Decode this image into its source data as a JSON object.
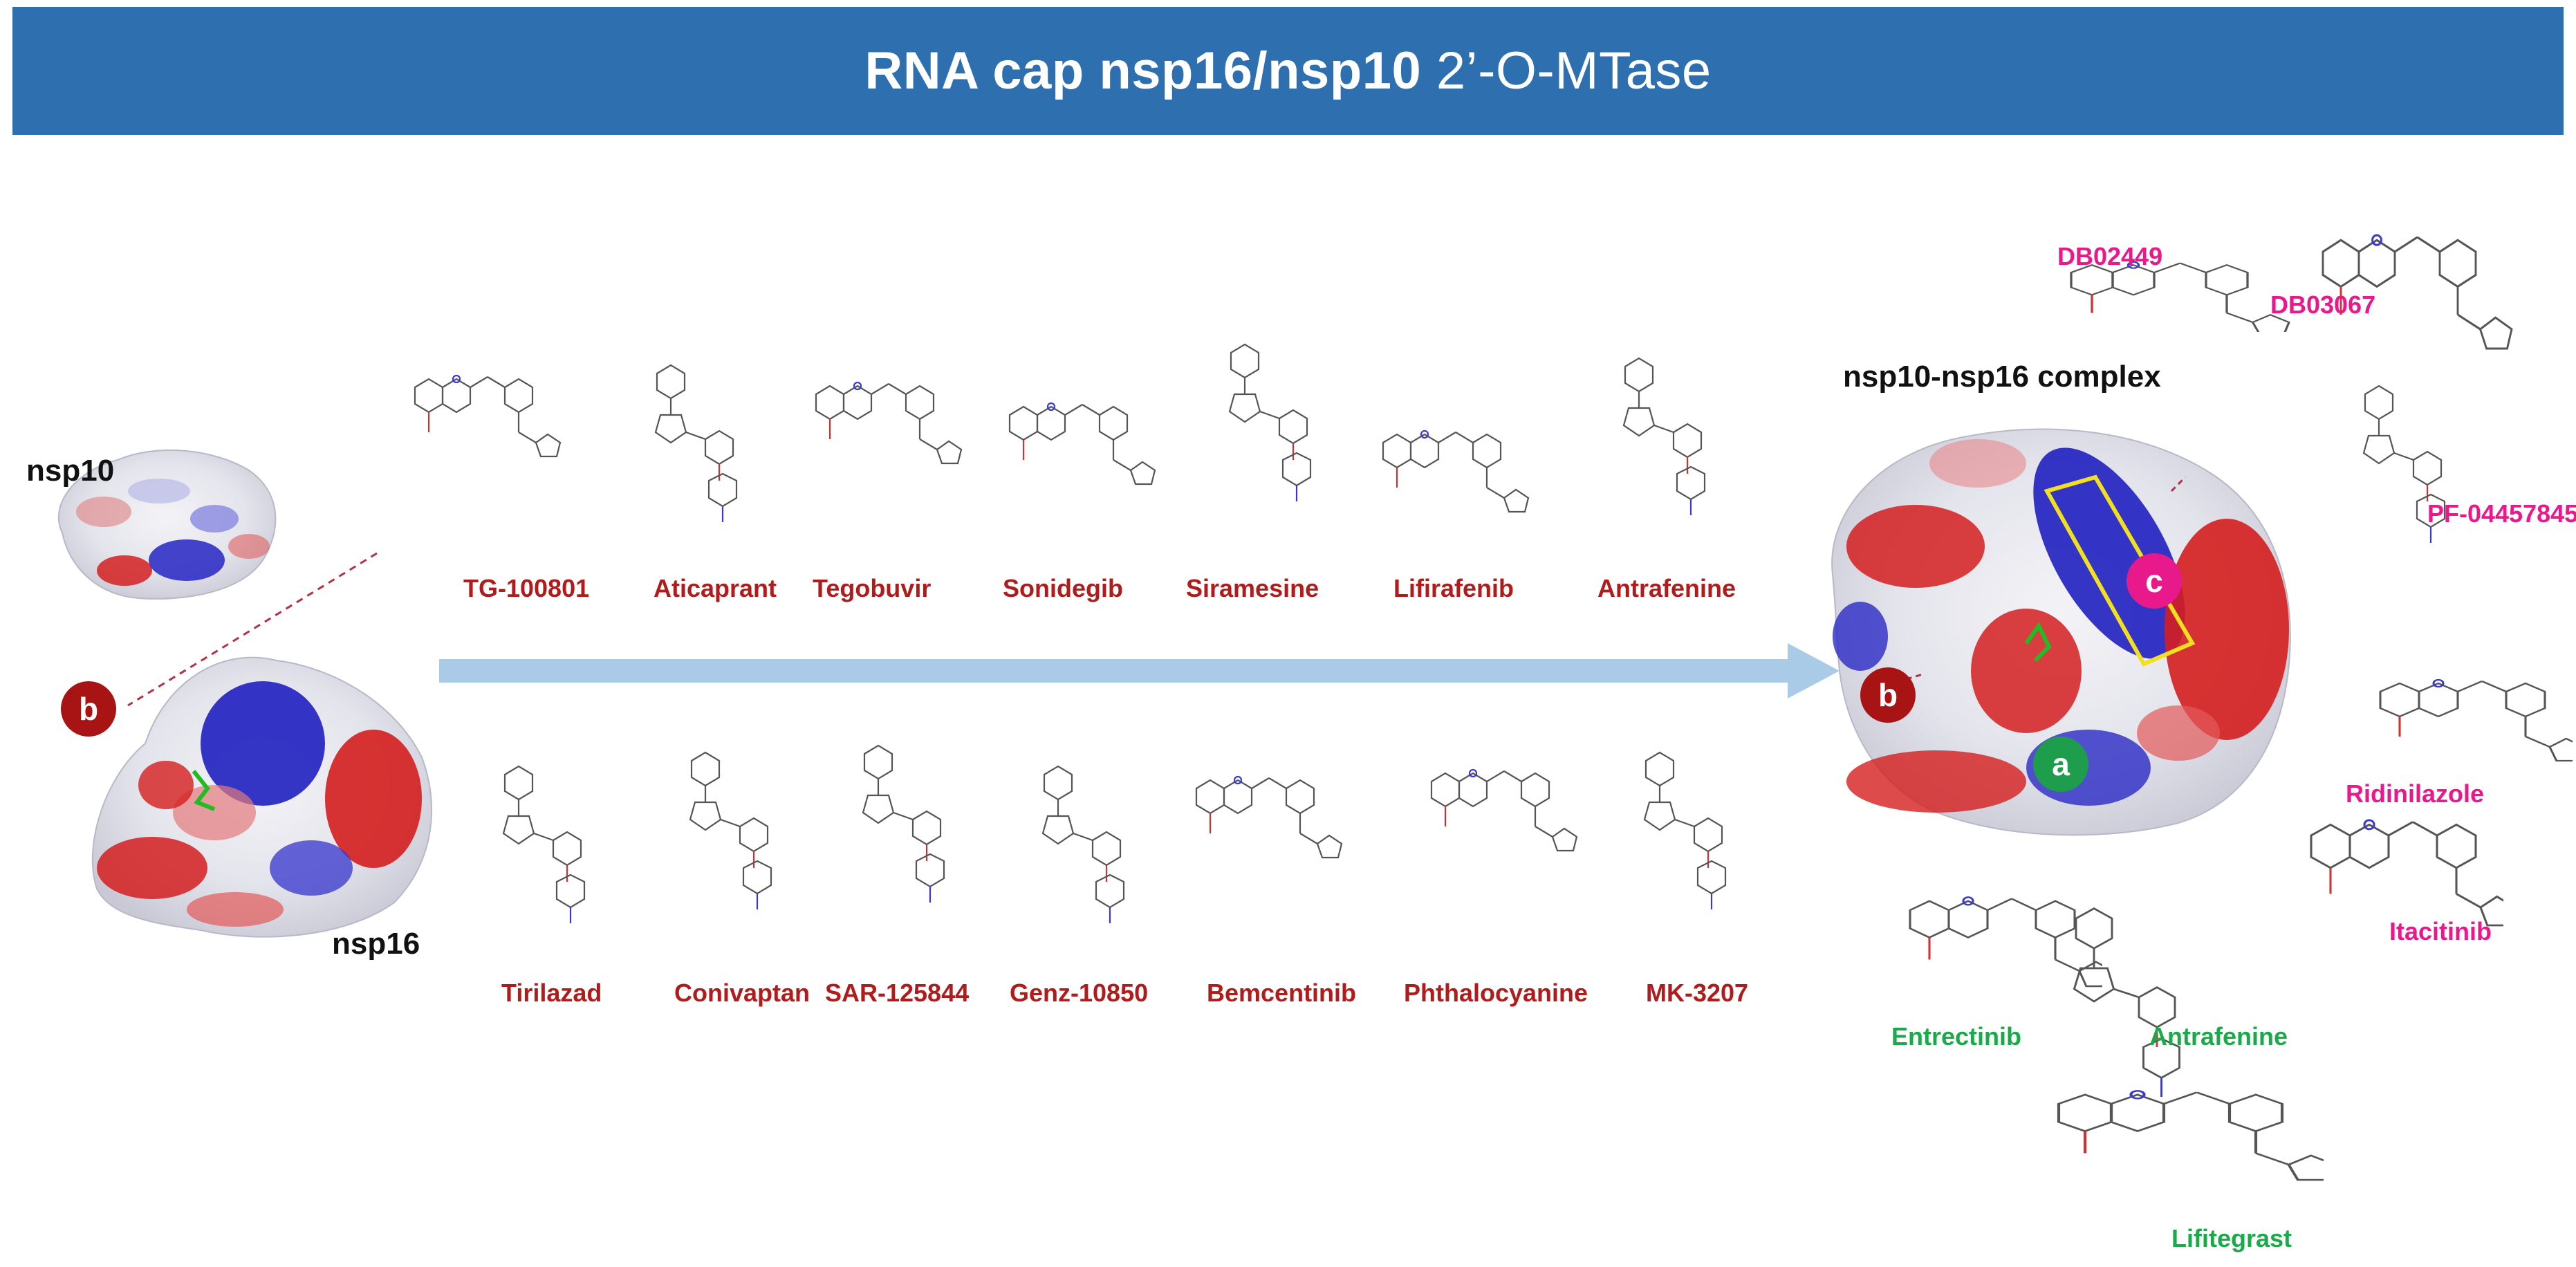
{
  "header": {
    "title_bold": "RNA cap nsp16/nsp10",
    "title_rest": " 2’-O-MTase",
    "bg_color": "#2e6fb0"
  },
  "proteins": {
    "nsp10": "nsp10",
    "nsp16": "nsp16",
    "complex": "nsp10-nsp16 complex"
  },
  "badges": {
    "b_left": "b",
    "b_right": "b",
    "a": "a",
    "c": "c"
  },
  "top_row": [
    "TG-100801",
    "Aticaprant",
    "Tegobuvir",
    "Sonidegib",
    "Siramesine",
    "Lifirafenib",
    "Antrafenine"
  ],
  "bottom_row": [
    "Tirilazad",
    "Conivaptan",
    "SAR-125844",
    "Genz-10850",
    "Bemcentinib",
    "Phthalocyanine",
    "MK-3207"
  ],
  "pink_ligands": [
    "DB02449",
    "DB03067",
    "PF-04457845",
    "Ridinilazole",
    "Itacitinib"
  ],
  "green_ligands": [
    "Entrectinib",
    "Antrafenine",
    "Lifitegrast"
  ],
  "colors": {
    "red_label": "#b01b1b",
    "pink_label": "#e8198b",
    "green_label": "#1aaa4a",
    "arrow": "#a9cbe8"
  }
}
